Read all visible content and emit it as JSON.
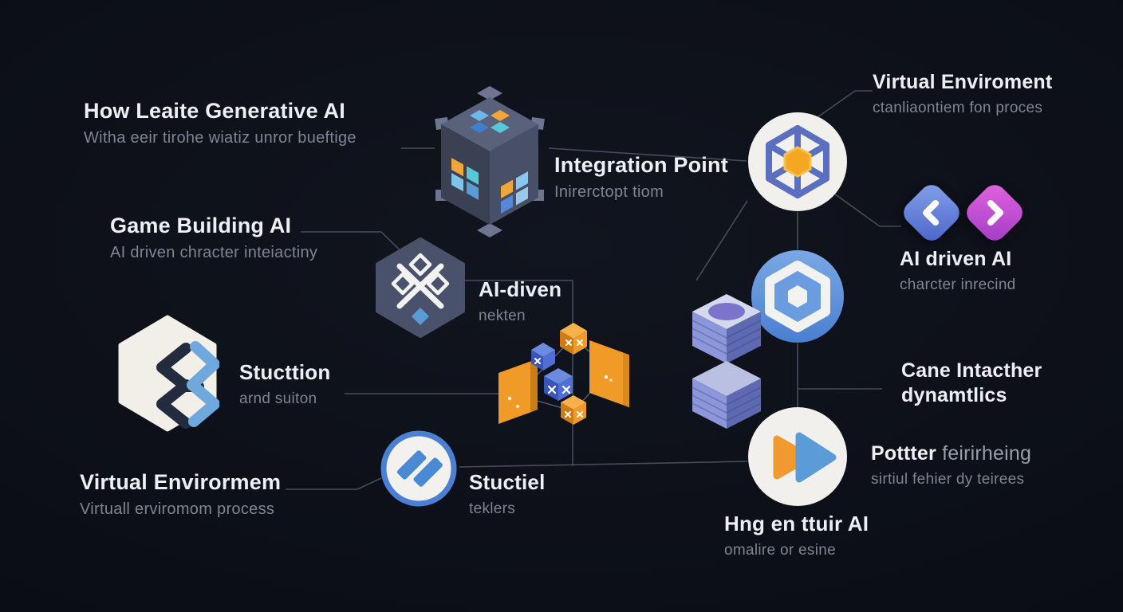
{
  "colors": {
    "background": "#0b0e15",
    "connector": "#454c5b",
    "title_text": "#edeff2",
    "subtitle_text": "#7e8593",
    "orange_accent": "#f09a28",
    "blue_accent": "#4a8ad4",
    "magenta_accent": "#c24fc9",
    "slate_icon": "#49526a"
  },
  "nodes": {
    "how": {
      "title": "How Leaite Generative AI",
      "subtitle": "Witha eeir tirohe wiatiz unror bueftige"
    },
    "game": {
      "title": "Game Building AI",
      "subtitle": "AI driven chracter inteiactiny"
    },
    "aidiven": {
      "title": "AI-diven",
      "subtitle": "nekten"
    },
    "integration": {
      "title": "Integration Point",
      "subtitle": "Inirerctopt tiom"
    },
    "virtual_env": {
      "title": "Virtual Enviroment",
      "subtitle": "ctanliaontiem fon proces"
    },
    "ai_driven": {
      "title": "AI driven AI",
      "subtitle": "charcter inrecind"
    },
    "cane": {
      "title_line1": "Cane Intacther",
      "title_line2": "dynamtlics"
    },
    "potter": {
      "title_bold": "Pottter",
      "title_rest": " feirirheing",
      "subtitle": "sirtiul fehier dy teirees"
    },
    "hng": {
      "title": "Hng en ttuir AI",
      "subtitle": "omalire or esine"
    },
    "stucttion": {
      "title": "Stucttion",
      "subtitle": "arnd suiton"
    },
    "virtual_mem": {
      "title": "Virtual Envirormem",
      "subtitle": "Virtuall erviromom process"
    },
    "stuctiel": {
      "title": "Stuctiel",
      "subtitle": "teklers"
    }
  }
}
